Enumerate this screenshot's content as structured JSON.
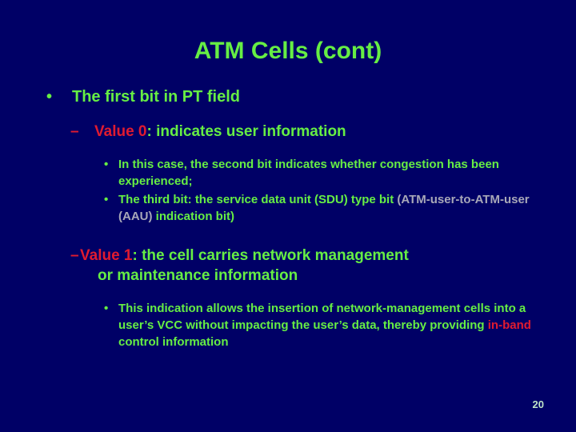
{
  "slide": {
    "background_color": "#000066",
    "accent_green": "#66EE44",
    "accent_red": "#E01B30",
    "accent_grey": "#A8A8B8",
    "title": "ATM Cells (cont)",
    "page_number": "20"
  },
  "bullets": {
    "level1": {
      "marker": "•",
      "text": "The first bit in PT field"
    },
    "value0": {
      "marker": "–",
      "label": "Value 0",
      "rest": ": indicates user information",
      "sub": [
        {
          "marker": "•",
          "text": "In this case, the second bit indicates whether congestion has been experienced;"
        },
        {
          "marker": "•",
          "text_green_1": "The third bit: the service data unit (SDU) type bit ",
          "text_grey": "(ATM-user-to-ATM-user (AAU)",
          "text_green_2": " indication bit)"
        }
      ]
    },
    "value1": {
      "marker": "–",
      "label": "Value 1",
      "rest": ": the cell carries network management",
      "wrap": "or maintenance information",
      "sub": [
        {
          "marker": "•",
          "text_green_1": "This indication allows the insertion of network-management cells into a user’s VCC without impacting the user’s data, thereby providing ",
          "text_red": "in-band",
          "text_green_2": " control information"
        }
      ]
    }
  }
}
